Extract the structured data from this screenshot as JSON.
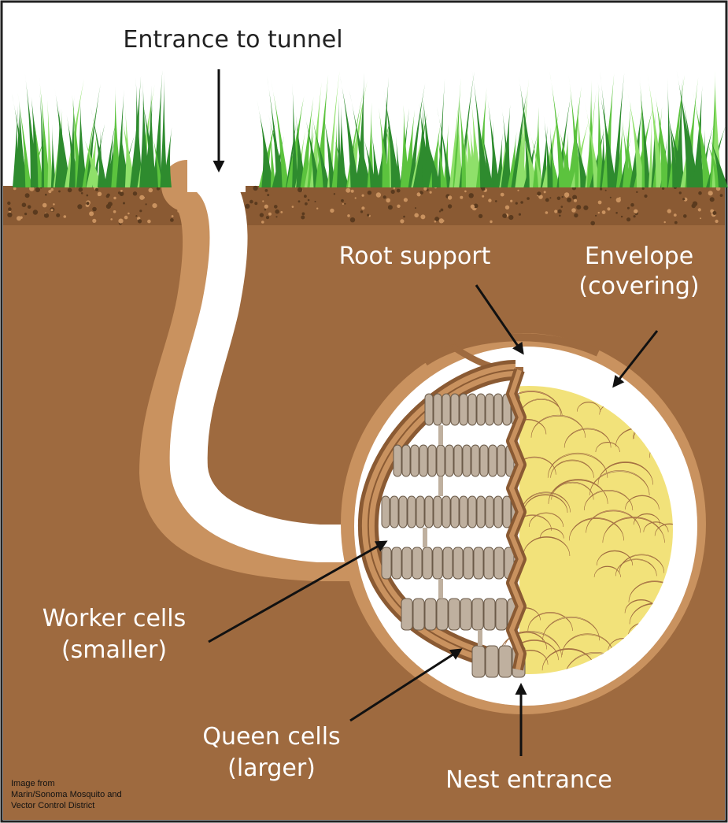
{
  "diagram": {
    "labels": {
      "entrance_to_tunnel": "Entrance to tunnel",
      "root_support": "Root support",
      "envelope_line1": "Envelope",
      "envelope_line2": "(covering)",
      "worker_cells_line1": "Worker cells",
      "worker_cells_line2": "(smaller)",
      "queen_cells_line1": "Queen cells",
      "queen_cells_line2": "(larger)",
      "nest_entrance": "Nest entrance"
    },
    "credit": {
      "line1": "Image from",
      "line2": "Marin/Sonoma Mosquito and",
      "line3": "Vector Control District"
    }
  },
  "colors": {
    "soil": "#9e6a3f",
    "soil_rim": "#c9925f",
    "grass_dark": "#2e8b2e",
    "grass_light": "#7ed957",
    "comb_cells": "#bfb09f",
    "envelope_yellow": "#f2e27a",
    "envelope_tan": "#c8935c",
    "label_light": "#ffffff",
    "label_dark": "#222222"
  },
  "icons": [
    "arrow-icon"
  ]
}
